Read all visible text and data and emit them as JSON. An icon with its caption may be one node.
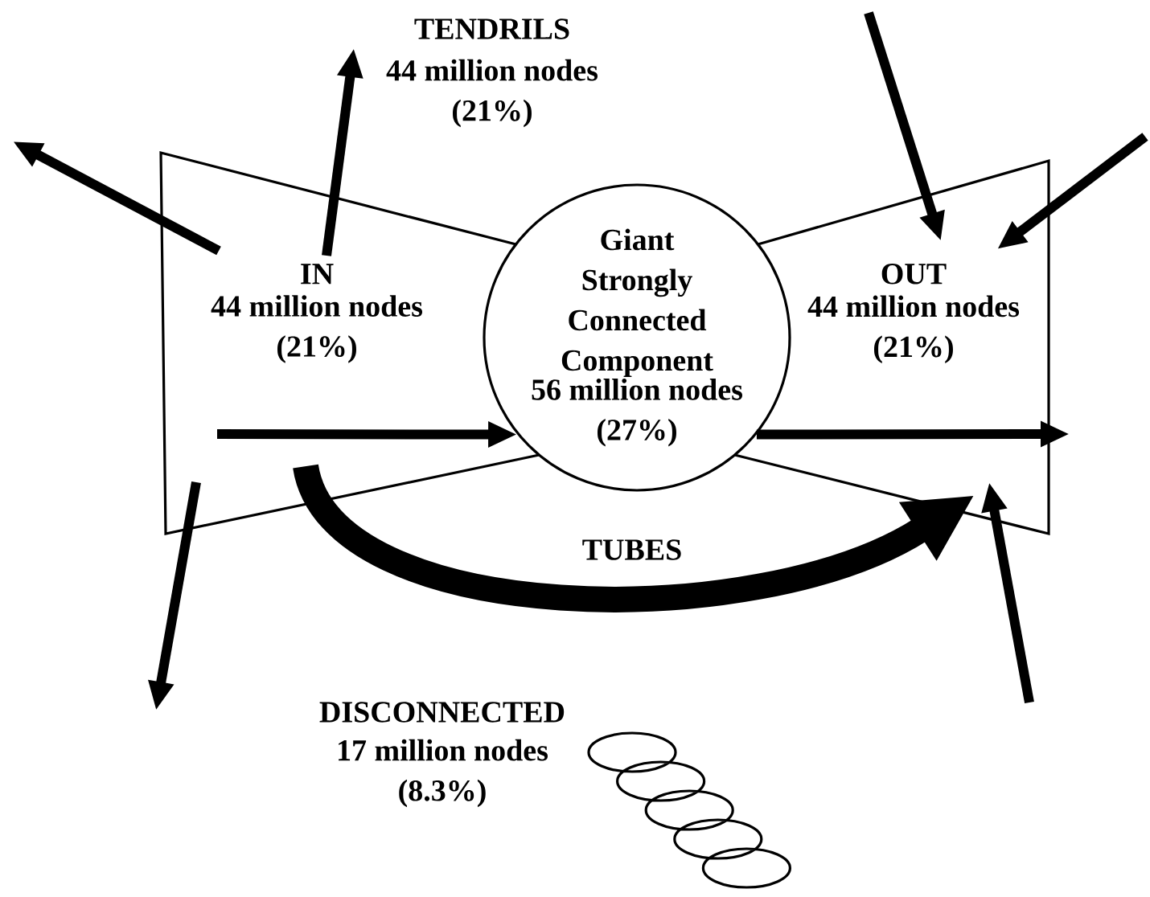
{
  "diagram": {
    "nodes": [
      {
        "text": [
          "IN",
          "44 million nodes (21%)"
        ]
      },
      {
        "text": [
          "Giant Strongly Connected Component",
          "56 million nodes (27%)"
        ]
      },
      {
        "text": [
          "OUT",
          "44 million nodes (21%)"
        ]
      }
    ],
    "edges": [
      {
        "from": 0,
        "to": 1,
        "arrow": "to"
      },
      {
        "from": 1,
        "to": 2,
        "arrow": "to"
      },
      {
        "from": 0,
        "to": 2,
        "arrow": "to",
        "label": "TUBES",
        "style": "thick"
      },
      {
        "from": 0,
        "to": null,
        "arrow": "to"
      },
      {
        "from": 0,
        "to": null,
        "arrow": "to"
      },
      {
        "from": 0,
        "to": null,
        "arrow": "to"
      },
      {
        "from": null,
        "to": 2,
        "arrow": "to"
      },
      {
        "from": null,
        "to": 2,
        "arrow": "to"
      },
      {
        "from": null,
        "to": 2,
        "arrow": "to"
      }
    ],
    "labels": [
      "TENDRILS",
      "44 million nodes (21%)",
      "DISCONNECTED",
      "17 million nodes (8.3%)"
    ]
  }
}
